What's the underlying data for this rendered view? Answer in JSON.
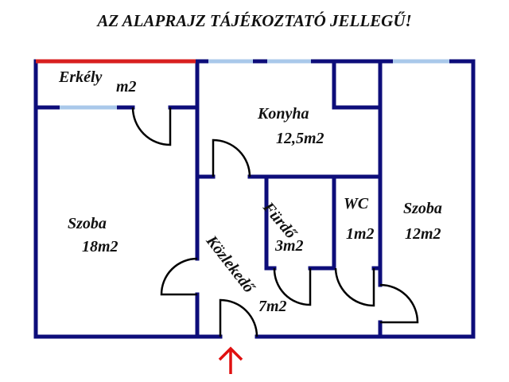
{
  "title": "AZ ALAPRAJZ TÁJÉKOZTATÓ JELLEGŰ!",
  "colors": {
    "wall": "#0d0d7a",
    "window": "#a9c8ea",
    "balcony_edge": "#d81f1f",
    "entrance_arrow": "#e01010",
    "door": "#000000"
  },
  "rooms": {
    "erkely": {
      "name": "Erkély",
      "area": "m2"
    },
    "szoba_left": {
      "name": "Szoba",
      "area": "18m2"
    },
    "konyha": {
      "name": "Konyha",
      "area": "12,5m2"
    },
    "furdo": {
      "name": "Fürdő",
      "area": "3m2"
    },
    "wc": {
      "name": "WC",
      "area": "1m2"
    },
    "szoba_right": {
      "name": "Szoba",
      "area": "12m2"
    },
    "kozlekedo": {
      "name": "Közlekedő",
      "area": "7m2"
    }
  },
  "entrance_icon": "arrow-up-icon"
}
